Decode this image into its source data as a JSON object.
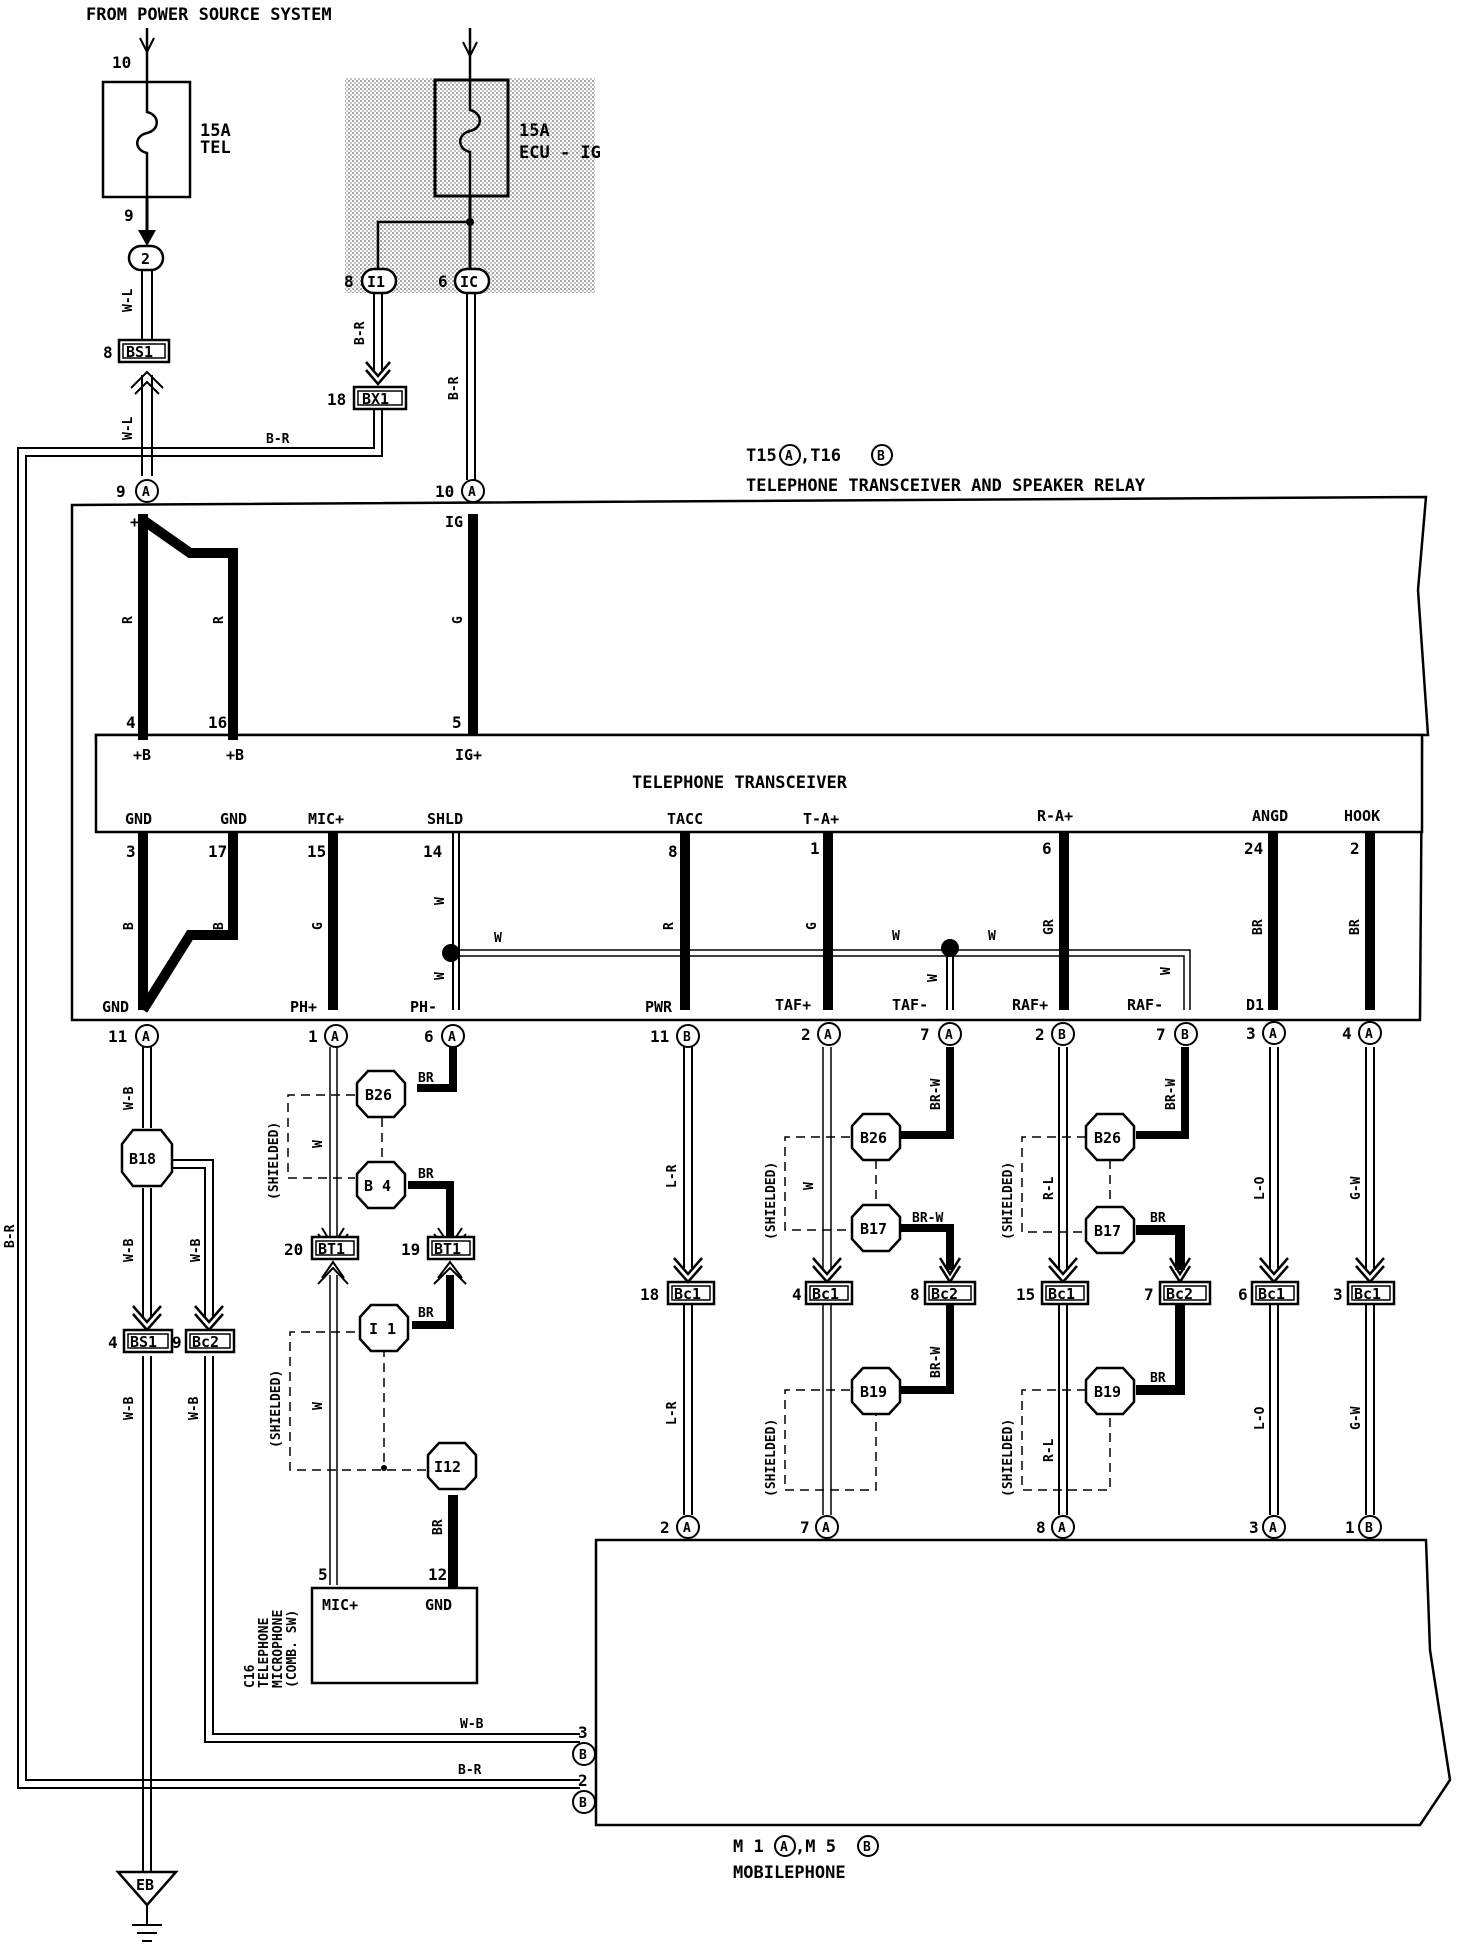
{
  "header": {
    "source": "FROM POWER SOURCE SYSTEM"
  },
  "fuses": {
    "tel": {
      "rating": "15A",
      "name": "TEL",
      "pin_in": "10",
      "pin_out": "9"
    },
    "ecu_ig": {
      "rating": "15A",
      "name": "ECU - IG"
    }
  },
  "connectors": {
    "c2": "2",
    "i1": "I1",
    "ic": "IC",
    "pin_i1": "8",
    "pin_ic": "6",
    "bs1_top": "BS1",
    "bs1_top_pin": "8",
    "bx1": "BX1",
    "bx1_pin": "18",
    "t15_pin9": "9",
    "t15_pin10": "10",
    "conn_a": "A",
    "conn_b": "B",
    "bt1": "BT1",
    "bt1_left_pin": "20",
    "bt1_right_pin": "19",
    "bs1_bot": "BS1",
    "bs1_bot_pin": "4",
    "bc2_left": "Bc2",
    "bc2_left_pin": "9",
    "bc1": "Bc1",
    "bc2": "Bc2"
  },
  "junctions": {
    "b18": "B18",
    "b26": "B26",
    "b4": "B 4",
    "i1": "I 1",
    "i12": "I12",
    "b17": "B17",
    "b19": "B19"
  },
  "relay": {
    "title": "T15",
    "title_sep": ",T16",
    "name": "TELEPHONE TRANSCEIVER AND SPEAKER RELAY",
    "pins_top": {
      "plus_b": "+B",
      "ig": "IG"
    },
    "wire_colors": {
      "r": "R",
      "g": "G",
      "b": "B"
    }
  },
  "transceiver": {
    "name": "TELEPHONE TRANSCEIVER",
    "top_pins": [
      {
        "label": "+B",
        "num": "4"
      },
      {
        "label": "+B",
        "num": "16"
      },
      {
        "label": "IG+",
        "num": "5"
      }
    ],
    "bottom_pins": [
      {
        "label": "GND",
        "num": "3"
      },
      {
        "label": "GND",
        "num": "17"
      },
      {
        "label": "MIC+",
        "num": "15"
      },
      {
        "label": "SHLD",
        "num": "14"
      },
      {
        "label": "TACC",
        "num": "8"
      },
      {
        "label": "T-A+",
        "num": "1"
      },
      {
        "label": "R-A+",
        "num": "6"
      },
      {
        "label": "ANGD",
        "num": "24"
      },
      {
        "label": "HOOK",
        "num": "2"
      }
    ]
  },
  "relay_bottom_pins": [
    {
      "label": "GND",
      "num": "11",
      "conn": "A"
    },
    {
      "label": "PH+",
      "num": "1",
      "conn": "A"
    },
    {
      "label": "PH-",
      "num": "6",
      "conn": "A"
    },
    {
      "label": "PWR",
      "num": "11",
      "conn": "B"
    },
    {
      "label": "TAF+",
      "num": "2",
      "conn": "A"
    },
    {
      "label": "TAF-",
      "num": "7",
      "conn": "A"
    },
    {
      "label": "RAF+",
      "num": "2",
      "conn": "B"
    },
    {
      "label": "RAF-",
      "num": "7",
      "conn": "B"
    },
    {
      "label": "D1",
      "num": "3",
      "conn": "A"
    },
    {
      "label": "",
      "num": "4",
      "conn": "A"
    }
  ],
  "wire_labels": {
    "wl": "W-L",
    "br_": "B-R",
    "w": "W",
    "wb": "W-B",
    "br": "BR",
    "gr": "GR",
    "lr": "L-R",
    "brw": "BR-W",
    "rl": "R-L",
    "lo": "L-O",
    "gw": "G-W",
    "r": "R",
    "g": "G",
    "b": "B"
  },
  "shielded": "(SHIELDED)",
  "bc1_pins": [
    "18",
    "4",
    "15",
    "6",
    "3"
  ],
  "bc2_pins": [
    "8",
    "7"
  ],
  "microphone": {
    "code": "C16",
    "line1": "TELEPHONE",
    "line2": "MICROPHONE",
    "line3": "(COMB. SW)",
    "pin_mic": "5",
    "pin_gnd": "12",
    "label_mic": "MIC+",
    "label_gnd": "GND"
  },
  "mobilephone": {
    "title": "M 1",
    "title_sep": ",M 5",
    "name": "MOBILEPHONE",
    "top_pins": [
      {
        "num": "2",
        "conn": "A"
      },
      {
        "num": "7",
        "conn": "A"
      },
      {
        "num": "8",
        "conn": "A"
      },
      {
        "num": "3",
        "conn": "A"
      },
      {
        "num": "1",
        "conn": "B"
      }
    ],
    "side_pins": [
      {
        "num": "3",
        "conn": "B"
      },
      {
        "num": "2",
        "conn": "B"
      }
    ]
  },
  "ground": {
    "label": "EB"
  }
}
